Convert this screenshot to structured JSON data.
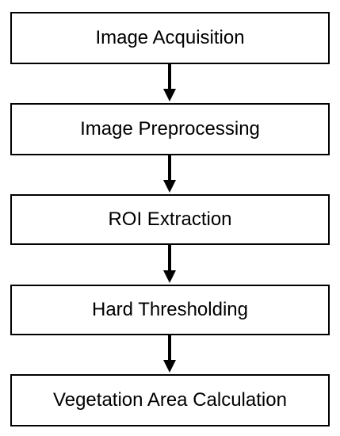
{
  "diagram": {
    "steps": [
      {
        "label": "Image Acquisition"
      },
      {
        "label": "Image Preprocessing"
      },
      {
        "label": "ROI Extraction"
      },
      {
        "label": "Hard Thresholding"
      },
      {
        "label": "Vegetation Area Calculation"
      }
    ]
  }
}
